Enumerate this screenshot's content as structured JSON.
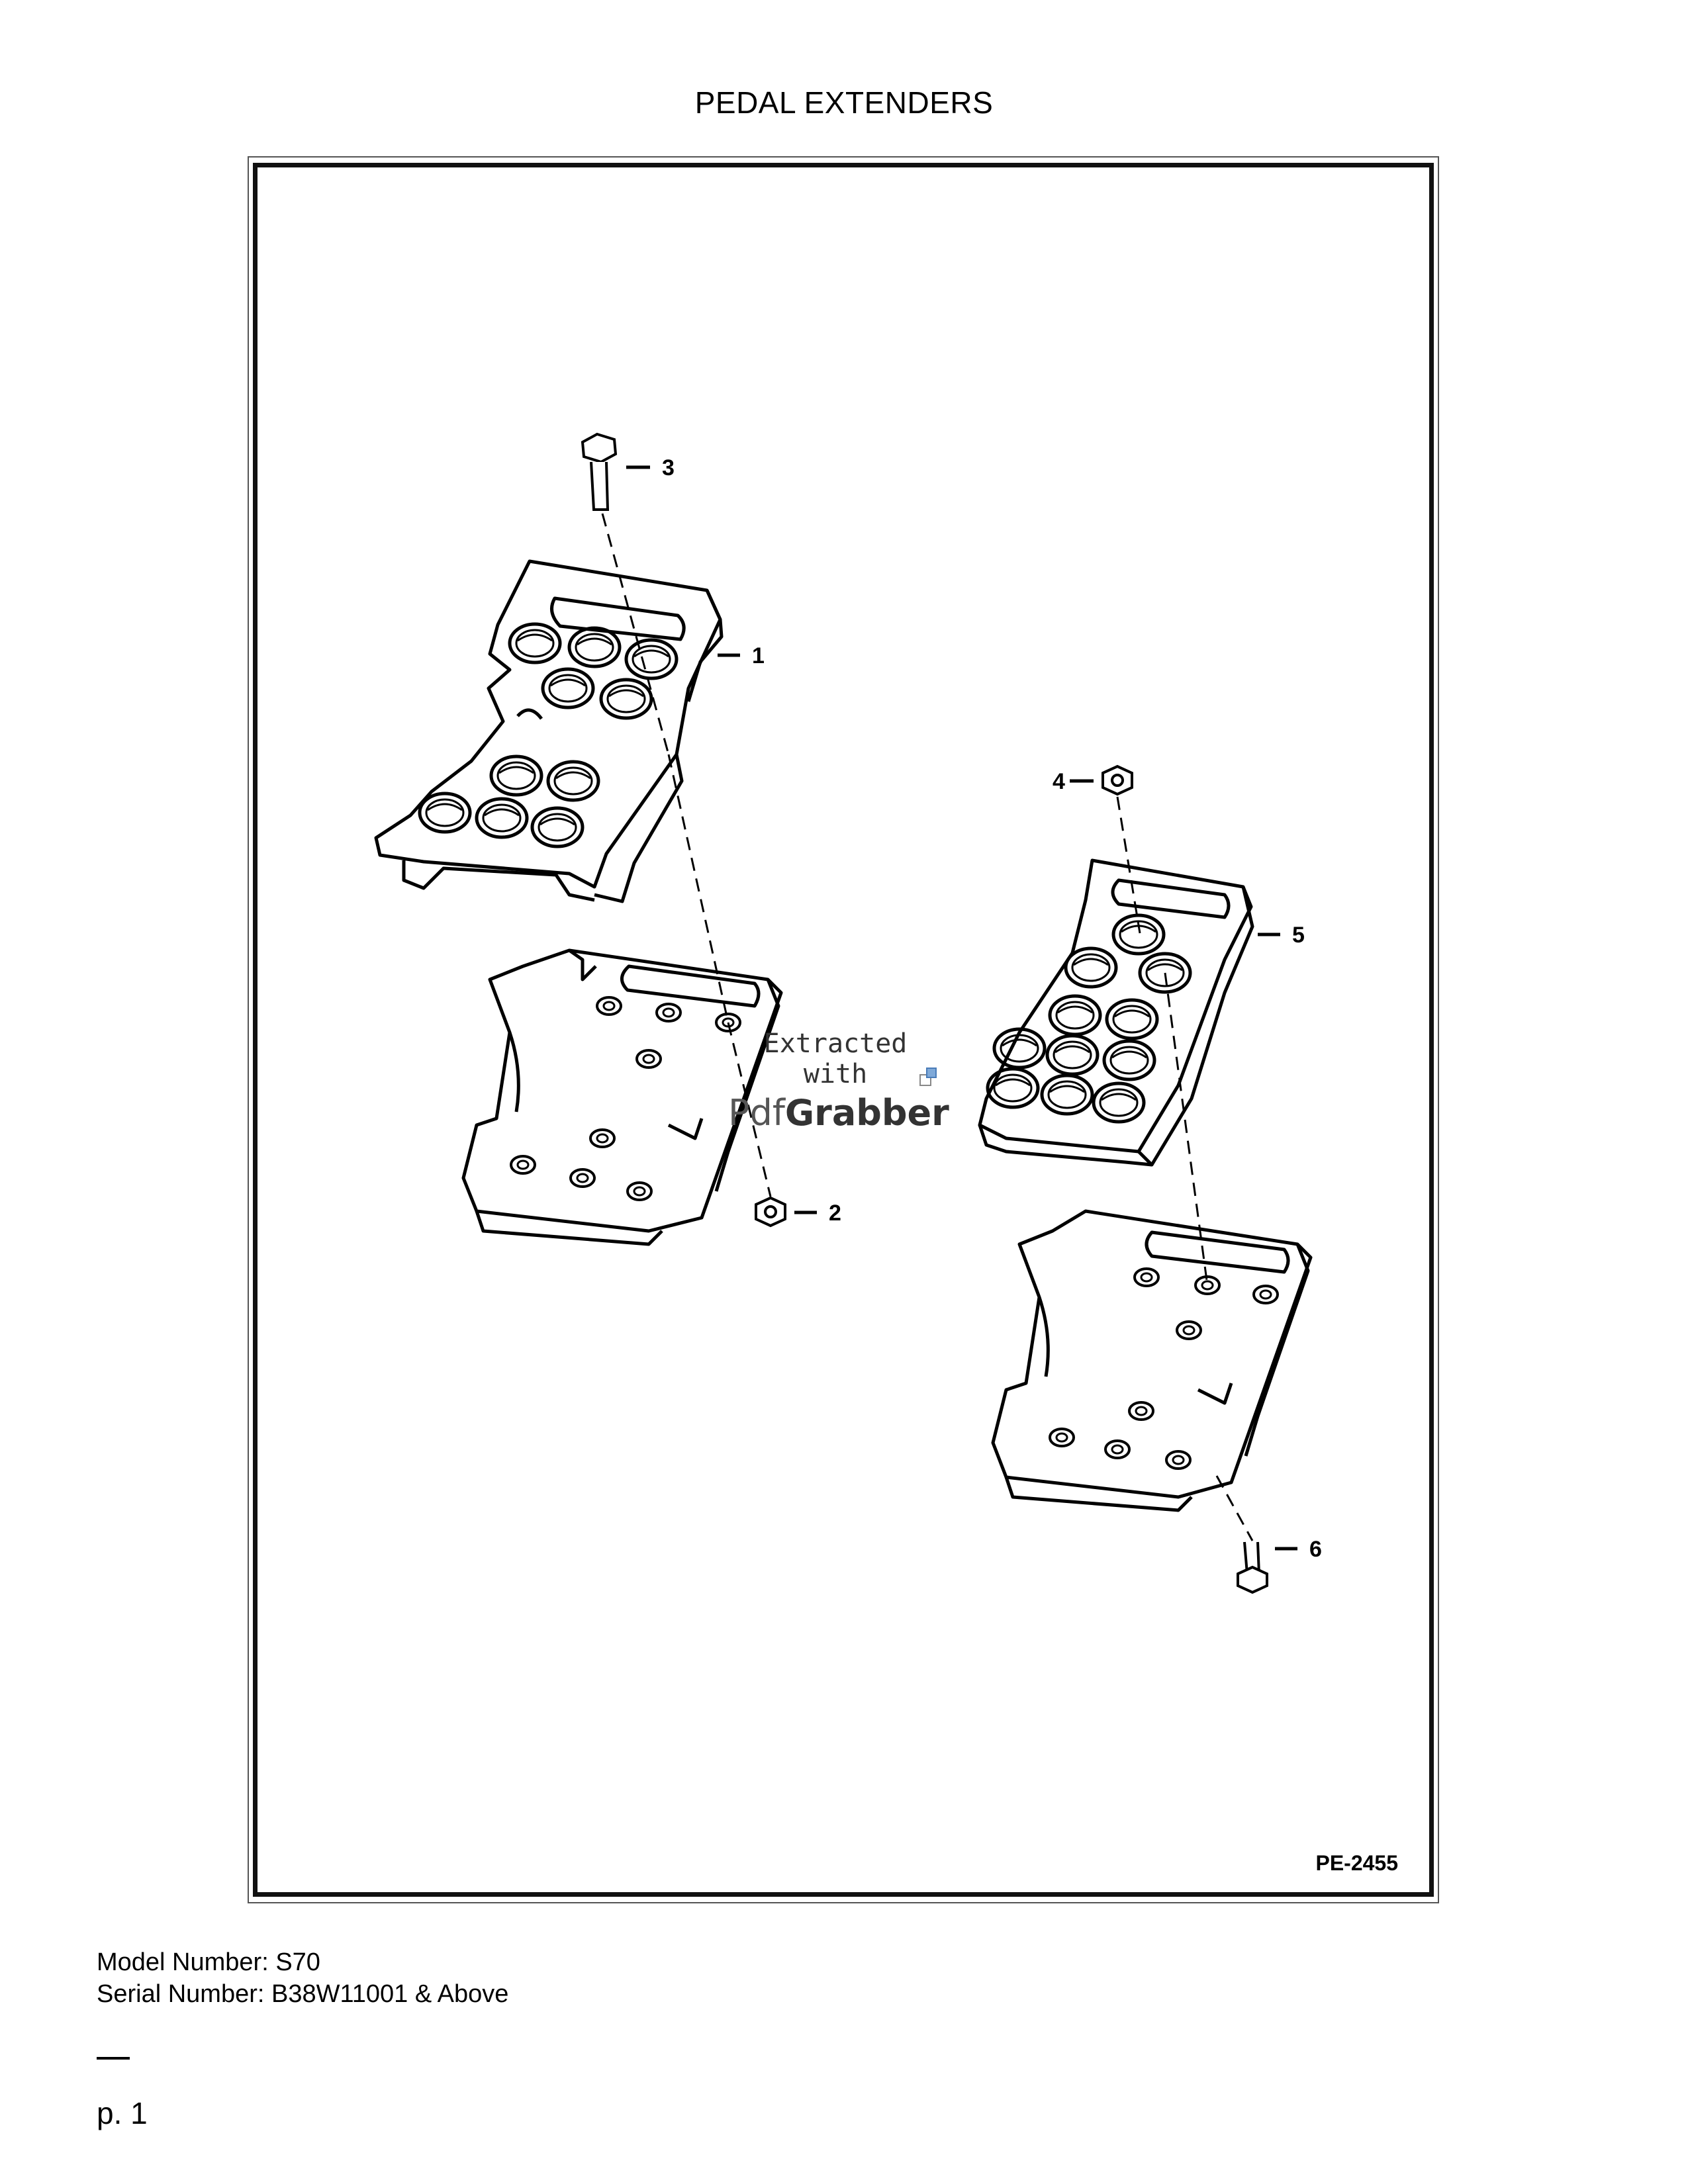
{
  "page": {
    "title": "PEDAL EXTENDERS",
    "figure_code": "PE-2455",
    "model_line": "Model Number: S70",
    "serial_line": "Serial Number: B38W11001 & Above",
    "page_label": "p. 1"
  },
  "callouts": [
    "1",
    "2",
    "3",
    "4",
    "5",
    "6"
  ],
  "watermark": {
    "line1": "Extracted",
    "line2": "with",
    "brand_a": "Pdf",
    "brand_b": "Grabber"
  }
}
